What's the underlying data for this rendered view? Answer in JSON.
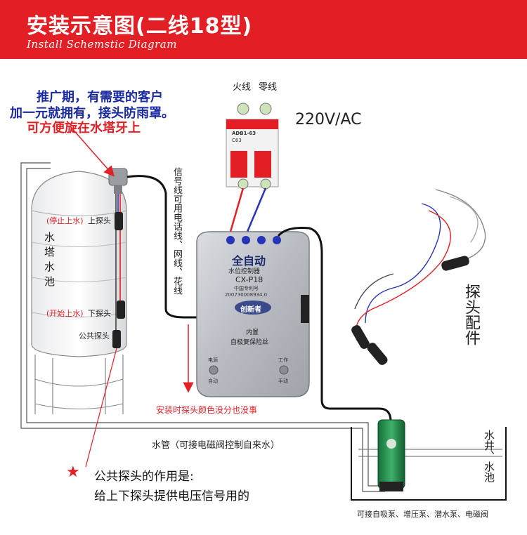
{
  "header": {
    "title": "安装示意图(二线18型)",
    "subtitle": "Install Schemstic Diagram"
  },
  "promo": {
    "line1": "推广期，有需要的客户",
    "line2": "加一元就拥有，接头防雨罩。",
    "line3": "可方便旋在水塔牙上"
  },
  "power": {
    "live_label": "火线",
    "neutral_label": "零线",
    "voltage": "220V/AC",
    "breaker_model": "ADB1-63",
    "breaker_rating": "C63"
  },
  "signal_note": "信号线可用电话线、网线、花线",
  "tank": {
    "label": "水塔水池",
    "upper_probe_tag": "(停止上水)",
    "upper_probe": "上探头",
    "lower_probe_tag": "(开始上水)",
    "lower_probe": "下探头",
    "common_probe": "公共探头"
  },
  "controller": {
    "brand": "全自动",
    "type": "水位控制器",
    "model": "CX-P18",
    "patent": "中国专利号",
    "patent_no": "200730008934.0",
    "logo": "创新者",
    "feature_line1": "内置",
    "feature_line2": "自极复保险丝",
    "indicator_power": "电源",
    "indicator_work": "工作",
    "btn_auto": "自动",
    "btn_manual": "手动"
  },
  "install_note": "安装时探头颜色没分也没事",
  "pipe_label": "水管（可接电磁阀控制自来水）",
  "probe_accessory": "探头配件",
  "well_label": "水井、水池",
  "pump_note": "可接自吸泵、增压泵、潜水泵、电磁阀",
  "common_note": {
    "star": "★",
    "line1": "公共探头的作用是:",
    "line2": "给上下探头提供电压信号用的"
  },
  "colors": {
    "header_red": "#e11f25",
    "promo_blue": "#1a2aa0",
    "controller_silver": "#c4c7cc",
    "pump_green": "#1f8a4a"
  }
}
